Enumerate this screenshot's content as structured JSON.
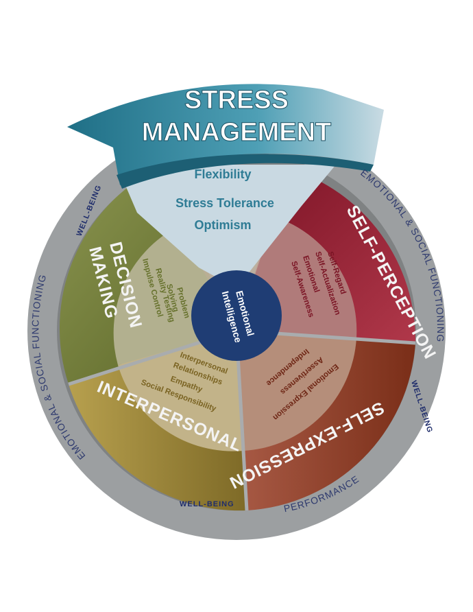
{
  "center": {
    "line1": "Emotional",
    "line2": "Intelligence"
  },
  "outer_ring": {
    "left": "EMOTIONAL & SOCIAL FUNCTIONING",
    "right": "EMOTIONAL & SOCIAL FUNCTIONING",
    "performance": "PERFORMANCE",
    "well_being_top_left": "WELL-BEING",
    "well_being_right": "WELL-BEING",
    "well_being_bottom": "WELL-BEING"
  },
  "composites": {
    "stress_management": {
      "title_line1": "STRESS",
      "title_line2": "MANAGEMENT",
      "items": [
        "Flexibility",
        "Stress Tolerance",
        "Optimism"
      ]
    },
    "self_perception": {
      "title": "SELF-PERCEPTION",
      "items": [
        "Self-Regard",
        "Self-Actualization",
        "Emotional",
        "Self-Awareness"
      ]
    },
    "self_expression": {
      "title": "SELF-EXPRESSION",
      "items": [
        "Emotional Expression",
        "Assertiveness",
        "Independence"
      ]
    },
    "interpersonal": {
      "title": "INTERPERSONAL",
      "items": [
        "Interpersonal",
        "Relationships",
        "Empathy",
        "Social Responsibility"
      ]
    },
    "decision_making": {
      "title_line1": "DECISION",
      "title_line2": "MAKING",
      "items": [
        "Problem",
        "Solving",
        "Reality Testing",
        "Impulse Control"
      ]
    }
  },
  "colors": {
    "outer_ring": "#9c9fa1",
    "self_perception": "#8e1b2c",
    "self_expression": "#8a3a22",
    "interpersonal": "#8a7630",
    "decision_making": "#6f7a35",
    "stress_management": "#2f86a0",
    "core": "#1f3d74"
  }
}
